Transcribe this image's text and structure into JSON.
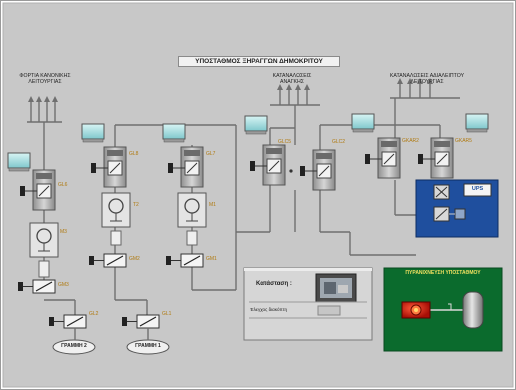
{
  "title": "ΥΠΟΣΤΑΘΜΟΣ ΞΗΡΑΓΓΩΝ ΔΗΜΟΚΡΙΤΟΥ",
  "load_groups": {
    "normal_operation": [
      "ΦΟΡΤΙΑ ΚΑΝΟΝΙΚΗΣ",
      "ΛΕΙΤΟΥΡΓΙΑΣ"
    ],
    "necessary": [
      "ΚΑΤΑΝΑΛΩΣΕΙΣ",
      "ΑΝΑΓΚΗΣ"
    ],
    "uninterruptible": [
      "ΚΑΤΑΝΑΛΩΣΕΙΣ ΑΔΙΑΛΕΙΠΤΟΥ",
      "ΛΕΙΤΟΥΡΓΙΑΣ"
    ]
  },
  "breakers": {
    "gl6": "GL6",
    "gl8": "GL8",
    "gl7": "GL7",
    "glc5": "GLC5",
    "glc2": "GLC2",
    "gkar2": "GKAR2",
    "gkar5": "GKAR5",
    "gm3": "GM3",
    "gm2": "GM2",
    "gm1": "GM1",
    "gl2": "GL2",
    "gl1": "GL1"
  },
  "transformers": {
    "m3": "M3",
    "t2": "T2",
    "m1": "M1"
  },
  "lines": {
    "line2": "ΓΡΑΜΜΗ 2",
    "line1": "ΓΡΑΜΜΗ 1"
  },
  "ups": {
    "label": "UPS"
  },
  "status_panel": {
    "title": "Κατάσταση :",
    "subtitle": "Έλεγχος διακόπτη"
  },
  "fire_panel": {
    "title": "ΠΥΡΑΝΙΧΝΕΥΣΗ ΥΠΟΣΤΑΘΜΟΥ"
  },
  "colors": {
    "background": "#c8c8c8",
    "wire": "#707070",
    "label_gold": "#b07a10",
    "ups_blue": "#1f4f9e",
    "fire_green": "#0b6b2d"
  }
}
